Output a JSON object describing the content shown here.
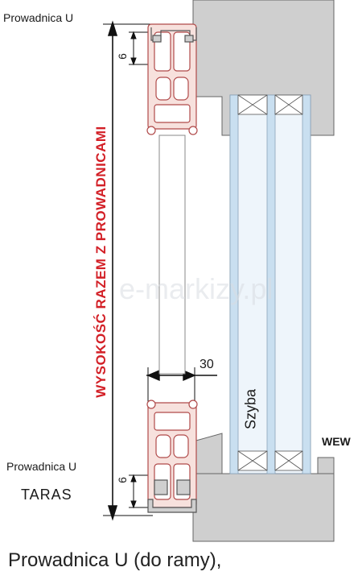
{
  "labels": {
    "top_rail": "Prowadnica U",
    "bottom_rail": "Prowadnica U",
    "taras": "TARAS",
    "wew": "WEW",
    "vertical": "WYSOKOŚĆ RAZEM Z PROWADNICAMI",
    "glass": "Szyba",
    "dim_width": "30",
    "dim_top": "6",
    "dim_bottom": "6",
    "watermark": "e-markizy.pl",
    "caption": "Prowadnica U (do ramy),"
  },
  "colors": {
    "accent_red": "#d32027",
    "wall_gray": "#cfcfcf",
    "glass_blue": "#c9dff0",
    "profile_pink": "#f7e1dd",
    "profile_stroke": "#b04a4a"
  }
}
